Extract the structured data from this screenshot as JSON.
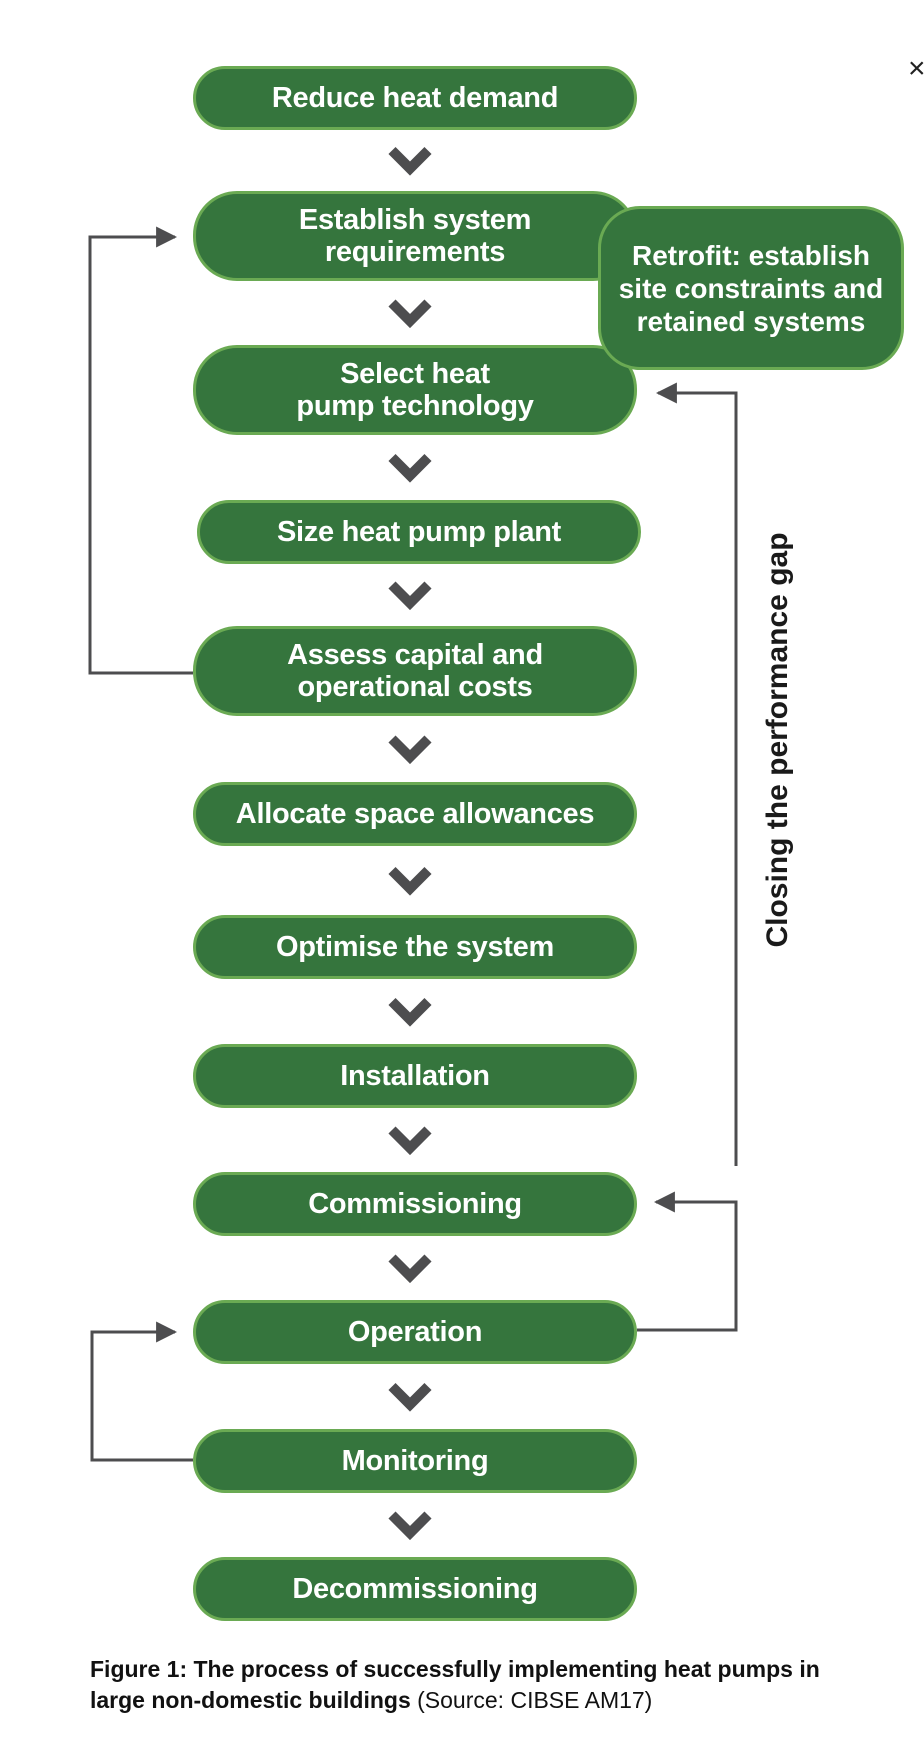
{
  "steps": [
    {
      "id": "reduce-heat-demand",
      "label": "Reduce heat demand"
    },
    {
      "id": "establish-system-requirements",
      "label": "Establish system\nrequirements"
    },
    {
      "id": "select-heat-pump-technology",
      "label": "Select heat\npump technology"
    },
    {
      "id": "size-heat-pump-plant",
      "label": "Size heat pump plant"
    },
    {
      "id": "assess-capital-and-operational-costs",
      "label": "Assess capital and\noperational costs"
    },
    {
      "id": "allocate-space-allowances",
      "label": "Allocate space allowances"
    },
    {
      "id": "optimise-the-system",
      "label": "Optimise the system"
    },
    {
      "id": "installation",
      "label": "Installation"
    },
    {
      "id": "commissioning",
      "label": "Commissioning"
    },
    {
      "id": "operation",
      "label": "Operation"
    },
    {
      "id": "monitoring",
      "label": "Monitoring"
    },
    {
      "id": "decommissioning",
      "label": "Decommissioning"
    }
  ],
  "retrofit": {
    "label": "Retrofit: establish\nsite constraints and\nretained systems"
  },
  "side_label": "Closing the performance gap",
  "caption": {
    "bold": "Figure 1: The process of successfully implementing heat pumps in large non-domestic buildings",
    "normal": " (Source: CIBSE AM17)"
  },
  "colors": {
    "box_fill": "#35753d",
    "box_border": "#6aaa53",
    "arrow": "#4d4d4f"
  }
}
